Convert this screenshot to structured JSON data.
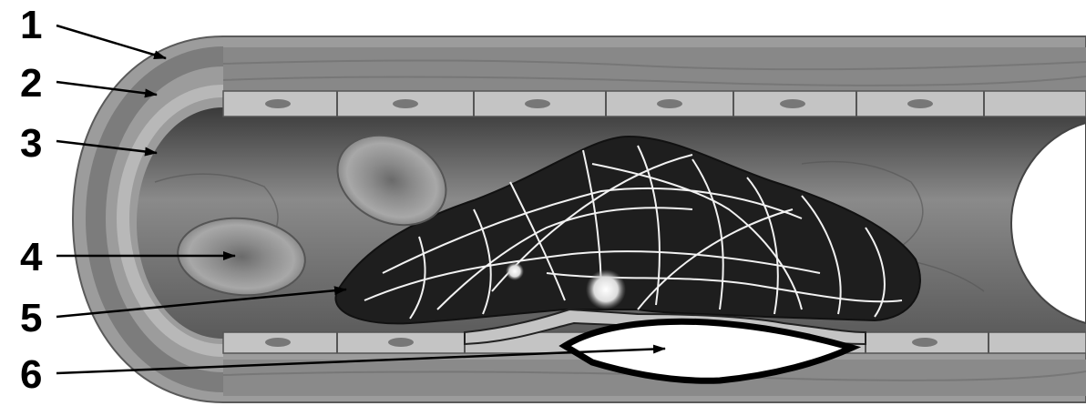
{
  "figure": {
    "labels": [
      {
        "id": "1",
        "text": "1"
      },
      {
        "id": "2",
        "text": "2"
      },
      {
        "id": "3",
        "text": "3"
      },
      {
        "id": "4",
        "text": "4"
      },
      {
        "id": "5",
        "text": "5"
      },
      {
        "id": "6",
        "text": "6"
      }
    ]
  }
}
